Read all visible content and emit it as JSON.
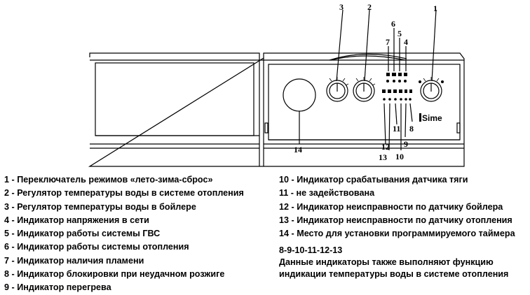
{
  "callouts": {
    "c1": "1",
    "c2": "2",
    "c3": "3",
    "c4": "4",
    "c5": "5",
    "c6": "6",
    "c7": "7",
    "c8": "8",
    "c9": "9",
    "c10": "10",
    "c11": "11",
    "c12": "12",
    "c13": "13",
    "c14": "14"
  },
  "logo_text": "Sime",
  "legend": {
    "left": [
      "1 - Переключатель режимов «лето-зима-сброс»",
      "2 - Регулятор температуры воды в системе отопления",
      "3 - Регулятор температуры воды в бойлере",
      "4 - Индикатор напряжения в сети",
      "5 - Индикатор работы системы ГВС",
      "6 - Индикатор работы системы отопления",
      "7 - Индикатор наличия пламени",
      "8 - Индикатор блокировки при неудачном розжиге",
      "9 - Индикатор перегрева"
    ],
    "right": [
      "10 - Индикатор срабатывания датчика тяги",
      "11 - не задействована",
      "12 - Индикатор неисправности по датчику бойлера",
      "13 - Индикатор неисправности по датчику отопления",
      "14 - Место для установки программируемого таймера"
    ]
  },
  "note": {
    "title": "8-9-10-11-12-13",
    "line1": "Данные индикаторы также выполняют функцию",
    "line2": "индикации температуры воды в системе отопления"
  }
}
